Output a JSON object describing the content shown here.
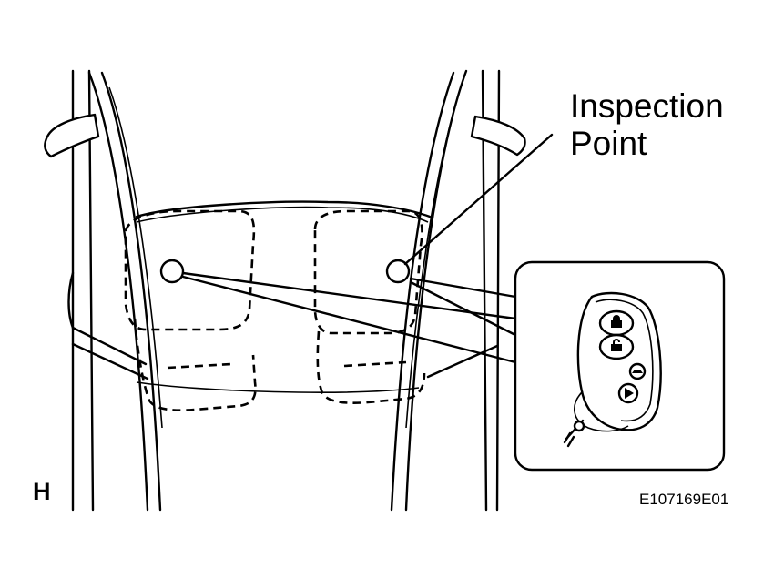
{
  "labels": {
    "inspection_point_line1": "Inspection",
    "inspection_point_line2": "Point",
    "view_letter": "H",
    "figure_code": "E107169E01"
  },
  "colors": {
    "line": "#000000",
    "background": "#ffffff"
  },
  "icons": {
    "key_lock_button": "lock-icon",
    "key_unlock_button": "unlock-icon",
    "key_trunk_button": "trunk-icon",
    "key_panic_button": "panic-icon"
  }
}
